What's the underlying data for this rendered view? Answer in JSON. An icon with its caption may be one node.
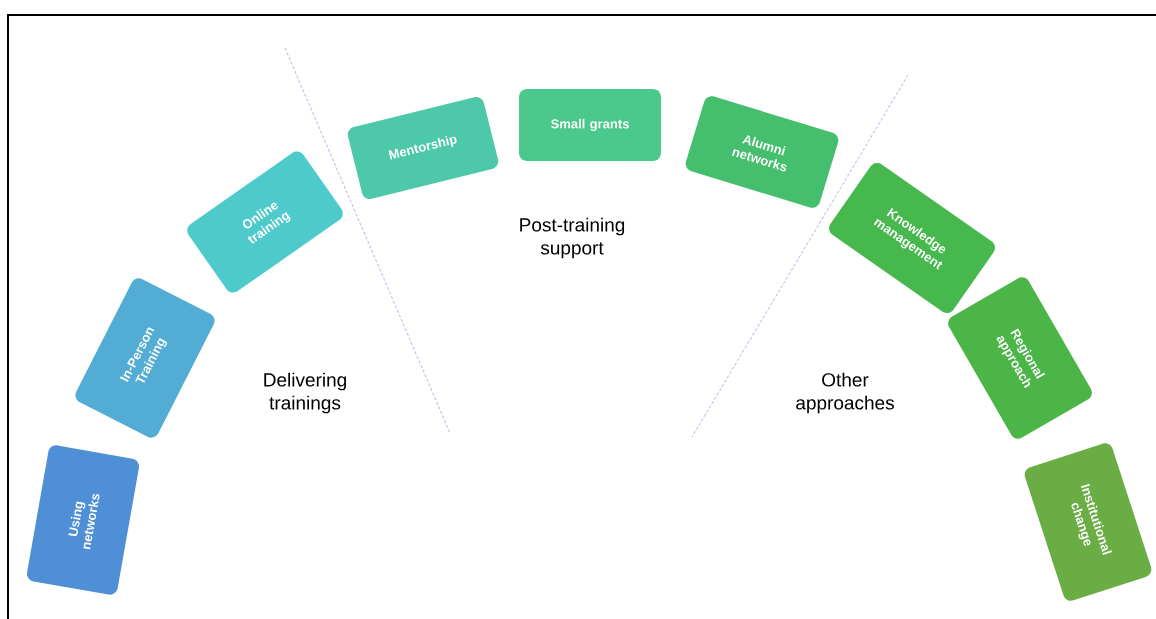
{
  "diagram": {
    "nodes": [
      {
        "text": [
          "Using networks"
        ]
      },
      {
        "text": [
          "In-Person Training"
        ]
      },
      {
        "text": [
          "Online training"
        ]
      },
      {
        "text": [
          "Mentorship"
        ]
      },
      {
        "text": [
          "Small grants"
        ]
      },
      {
        "text": [
          "Alumni networks"
        ]
      },
      {
        "text": [
          "Knowledge management"
        ]
      },
      {
        "text": [
          "Regional approach"
        ]
      },
      {
        "text": [
          "Institutional change"
        ]
      }
    ],
    "labels": [
      "Delivering trainings",
      "Post-training support",
      "Other approaches"
    ]
  }
}
